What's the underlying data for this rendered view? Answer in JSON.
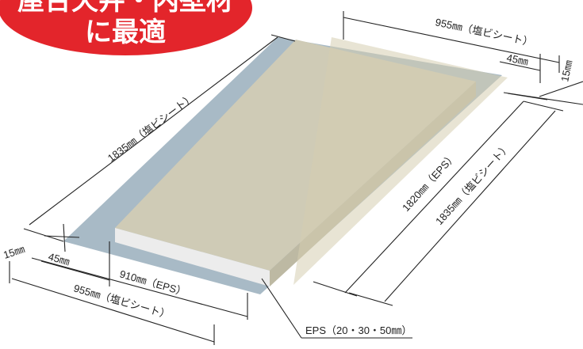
{
  "badge": {
    "line1": "屋台天井・内壁材",
    "line2": "に最適",
    "color": "#e3252b"
  },
  "colors": {
    "sheet": "#a8bac6",
    "panel_top": "#cfcbb6",
    "panel_side": "#ececec",
    "overlay": "#d6ceb0"
  },
  "dimensions": {
    "top_width": "955㎜（塩ビシート）",
    "top_inset": "45㎜",
    "top_margin": "15㎜",
    "left_length": "1835㎜（塩ビシート）",
    "right_eps_length": "1820㎜（EPS）",
    "right_sheet_length": "1835㎜（塩ビシート）",
    "bottom_margin": "15㎜",
    "bottom_inset": "45㎜",
    "bottom_eps_width": "910㎜（EPS）",
    "bottom_sheet_width": "955㎜（塩ビシート）",
    "eps_thickness": "EPS（20・30・50㎜）"
  }
}
